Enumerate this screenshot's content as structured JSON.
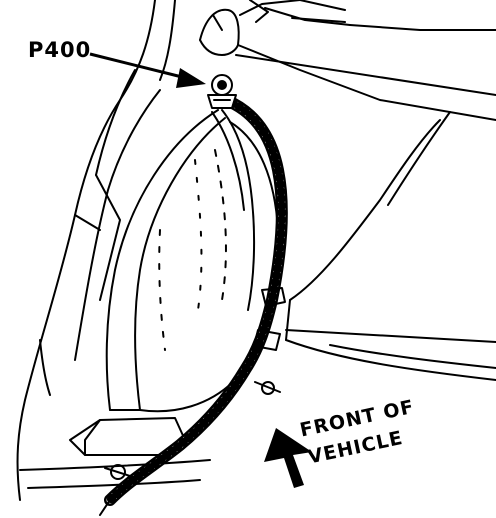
{
  "diagram": {
    "connector_label": "P400",
    "direction_label_line1": "FRONT OF",
    "direction_label_line2": "VEHICLE",
    "line_color": "#000000",
    "background_color": "#ffffff"
  }
}
